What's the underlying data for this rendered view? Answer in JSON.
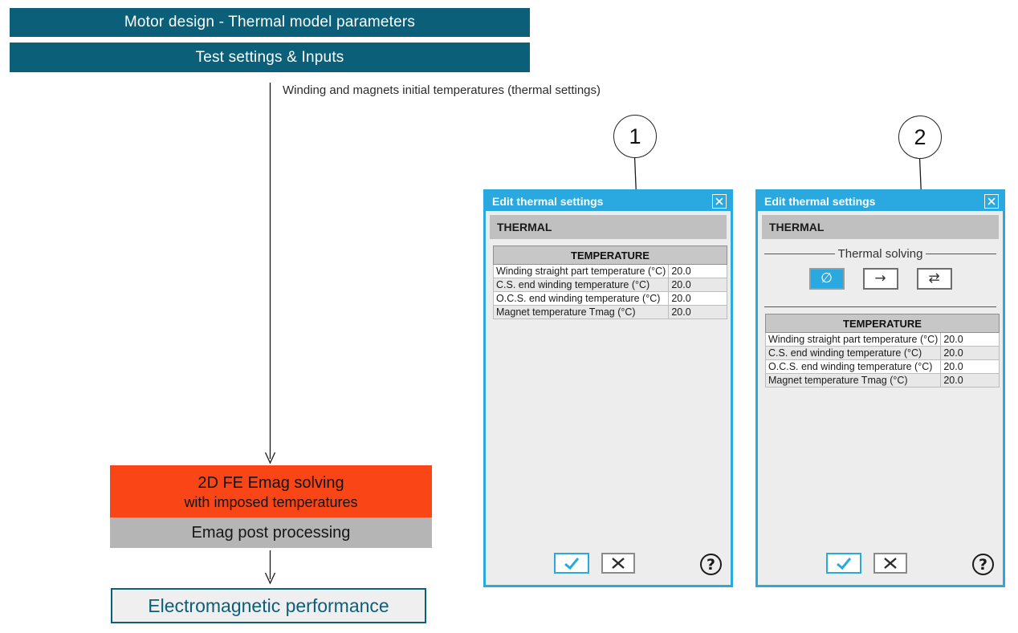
{
  "flowchart": {
    "bar1": "Motor design - Thermal model parameters",
    "bar2": "Test settings & Inputs",
    "arrow_label": "Winding and magnets initial temperatures (thermal settings)",
    "solve_box_line1": "2D FE Emag solving",
    "solve_box_line2": "with imposed temperatures",
    "post_box": "Emag post processing",
    "result_box": "Electromagnetic performance"
  },
  "callouts": {
    "one": "1",
    "two": "2"
  },
  "dialog1": {
    "title": "Edit thermal settings",
    "section": "THERMAL",
    "table": {
      "header": "TEMPERATURE",
      "rows": [
        {
          "label": "Winding straight part temperature (°C)",
          "value": "20.0"
        },
        {
          "label": "C.S. end winding temperature (°C)",
          "value": "20.0"
        },
        {
          "label": "O.C.S. end winding temperature (°C)",
          "value": "20.0"
        },
        {
          "label": "Magnet temperature Tmag (°C)",
          "value": "20.0"
        }
      ]
    }
  },
  "dialog2": {
    "title": "Edit thermal settings",
    "section": "THERMAL",
    "solving": {
      "legend": "Thermal solving",
      "options": [
        "∅",
        "→",
        "⇄"
      ],
      "selected_index": 0
    },
    "table": {
      "header": "TEMPERATURE",
      "rows": [
        {
          "label": "Winding straight part temperature (°C)",
          "value": "20.0"
        },
        {
          "label": "C.S. end winding temperature (°C)",
          "value": "20.0"
        },
        {
          "label": "O.C.S. end winding temperature (°C)",
          "value": "20.0"
        },
        {
          "label": "Magnet temperature Tmag (°C)",
          "value": "20.0"
        }
      ]
    }
  },
  "icons": {
    "help": "?",
    "no_solving": "∅",
    "one_direction": "→",
    "bidirectional": "⇄"
  },
  "colors": {
    "teal": "#0b5f78",
    "dialog_accent": "#29a9e0",
    "orange": "#fa4616",
    "gray_box": "#b5b5b5",
    "dialog_body": "#ededed"
  }
}
